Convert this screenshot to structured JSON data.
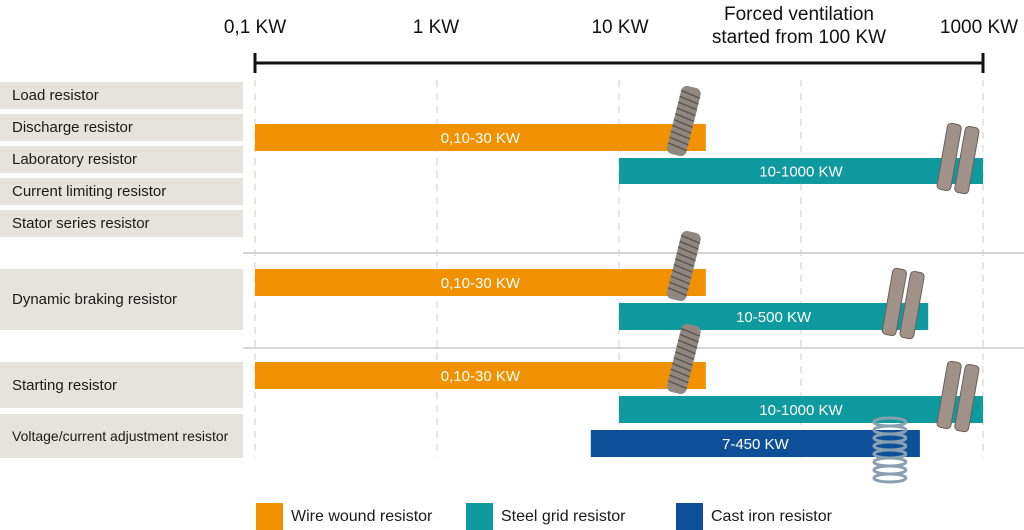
{
  "colors": {
    "wire_wound": "#f29100",
    "steel_grid": "#0e9a9e",
    "cast_iron": "#0e4f9a",
    "label_bg": "#e6e3dc",
    "axis": "#111111",
    "grid": "#cfcfcf"
  },
  "chart_data": {
    "type": "bar",
    "orientation": "horizontal-range",
    "x_scale": "log",
    "xlim": [
      0.1,
      1000
    ],
    "x_ticks": [
      {
        "value": 0.1,
        "label": "0,1 KW"
      },
      {
        "value": 1,
        "label": "1 KW"
      },
      {
        "value": 10,
        "label": "10 KW"
      },
      {
        "value": 1000,
        "label": "1000 KW"
      }
    ],
    "axis_note": {
      "value": 100,
      "line1": "Forced ventilation",
      "line2": "started from 100 KW"
    },
    "categories": [
      "Load resistor",
      "Discharge resistor",
      "Laboratory resistor",
      "Current limiting resistor",
      "Stator series resistor",
      "Dynamic braking resistor",
      "Starting resistor",
      "Voltage/current adjustment resistor"
    ],
    "groups": [
      {
        "categories": [
          "Load resistor",
          "Discharge resistor",
          "Laboratory resistor",
          "Current limiting resistor",
          "Stator series resistor"
        ],
        "ranges": [
          {
            "series": "Wire wound resistor",
            "from": 0.1,
            "to": 30,
            "label": "0,10-30 KW"
          },
          {
            "series": "Steel grid resistor",
            "from": 10,
            "to": 1000,
            "label": "10-1000 KW"
          }
        ]
      },
      {
        "categories": [
          "Dynamic braking resistor"
        ],
        "ranges": [
          {
            "series": "Wire wound resistor",
            "from": 0.1,
            "to": 30,
            "label": "0,10-30 KW"
          },
          {
            "series": "Steel grid resistor",
            "from": 10,
            "to": 500,
            "label": "10-500 KW"
          }
        ]
      },
      {
        "categories": [
          "Starting resistor",
          "Voltage/current adjustment resistor"
        ],
        "ranges": [
          {
            "series": "Wire wound resistor",
            "from": 0.1,
            "to": 30,
            "label": "0,10-30 KW"
          },
          {
            "series": "Steel grid resistor",
            "from": 10,
            "to": 1000,
            "label": "10-1000 KW"
          },
          {
            "series": "Cast iron resistor",
            "from": 7,
            "to": 450,
            "label": "7-450 KW"
          }
        ]
      }
    ],
    "legend": {
      "placement": "bottom",
      "items": [
        {
          "name": "Wire wound resistor",
          "color": "#f29100"
        },
        {
          "name": "Steel grid resistor",
          "color": "#0e9a9e"
        },
        {
          "name": "Cast iron resistor",
          "color": "#0e4f9a"
        }
      ]
    },
    "grid": "vertical-dashed"
  }
}
